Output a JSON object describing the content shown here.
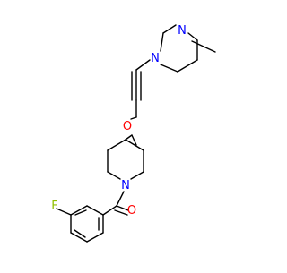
{
  "molecule": {
    "atom_labels": {
      "n_piperazine_top": "N",
      "n_piperazine_bottom": "N",
      "ether_oxygen": "O",
      "n_piperidine": "N",
      "carbonyl_oxygen": "O",
      "fluorine": "F"
    },
    "colors": {
      "bond": "#000000",
      "nitrogen": "#0000ff",
      "oxygen": "#ff0000",
      "fluorine": "#90c000"
    }
  }
}
